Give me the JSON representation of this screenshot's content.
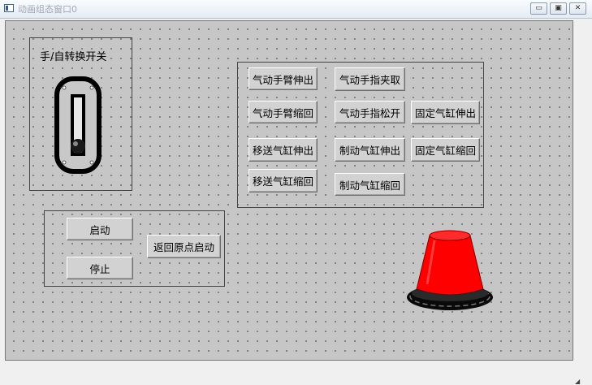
{
  "window": {
    "title": "动画组态窗口0",
    "controls": [
      "▭",
      "▣",
      "✕"
    ]
  },
  "switch_panel": {
    "label": "手/自转换开关"
  },
  "cylinder_buttons": [
    {
      "id": "arm-extend",
      "label": "气动手臂伸出"
    },
    {
      "id": "finger-grip",
      "label": "气动手指夹取"
    },
    {
      "id": "arm-retract",
      "label": "气动手臂缩回"
    },
    {
      "id": "finger-release",
      "label": "气动手指松开"
    },
    {
      "id": "fixed-extend",
      "label": "固定气缸伸出"
    },
    {
      "id": "transfer-extend",
      "label": "移送气缸伸出"
    },
    {
      "id": "brake-extend",
      "label": "制动气缸伸出"
    },
    {
      "id": "fixed-retract",
      "label": "固定气缸缩回"
    },
    {
      "id": "transfer-retract",
      "label": "移送气缸缩回"
    },
    {
      "id": "brake-retract",
      "label": "制动气缸缩回"
    }
  ],
  "control_buttons": {
    "start": "启动",
    "stop": "停止",
    "home_start": "返回原点启动"
  },
  "colors": {
    "lamp": "#ff0000",
    "canvas": "#c6c6c6"
  }
}
